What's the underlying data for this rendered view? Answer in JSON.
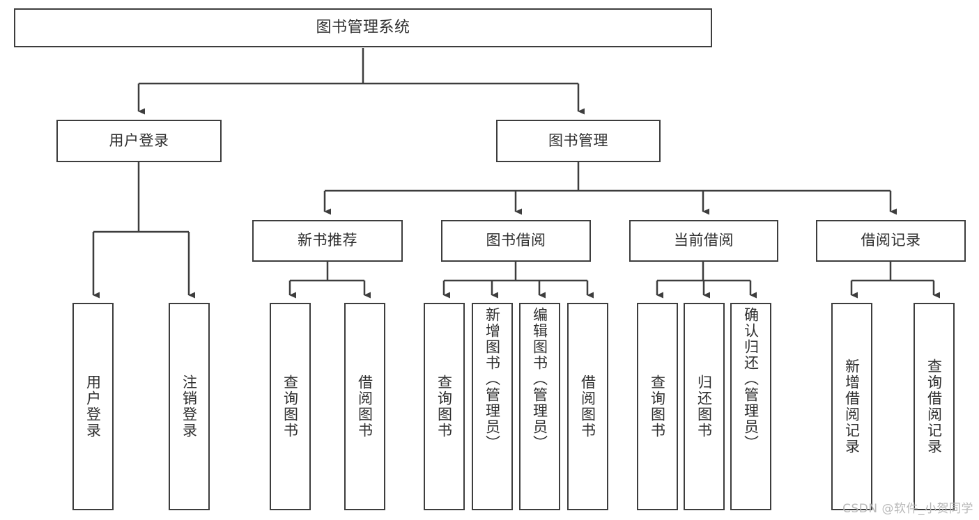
{
  "diagram": {
    "type": "tree-hierarchy",
    "title": "图书管理系统",
    "root": {
      "label": "图书管理系统"
    },
    "level1": [
      {
        "label": "用户登录"
      },
      {
        "label": "图书管理"
      }
    ],
    "level2": [
      {
        "label": "新书推荐"
      },
      {
        "label": "图书借阅"
      },
      {
        "label": "当前借阅"
      },
      {
        "label": "借阅记录"
      }
    ],
    "leaves": {
      "user_login": [
        {
          "label": "用户登录"
        },
        {
          "label": "注销登录"
        }
      ],
      "new_book_recommend": [
        {
          "label": "查询图书"
        },
        {
          "label": "借阅图书"
        }
      ],
      "book_borrow": [
        {
          "label": "查询图书"
        },
        {
          "label": "新增图书（管理员）"
        },
        {
          "label": "编辑图书（管理员）"
        },
        {
          "label": "借阅图书"
        }
      ],
      "current_borrow": [
        {
          "label": "查询图书"
        },
        {
          "label": "归还图书"
        },
        {
          "label": "确认归还（管理员）"
        }
      ],
      "borrow_record": [
        {
          "label": "新增借阅记录"
        },
        {
          "label": "查询借阅记录"
        }
      ]
    }
  },
  "watermark": {
    "text": "CSDN @软件_小贺同学"
  },
  "colors": {
    "box_border": "#3d3d3d",
    "connector": "#3d3d3d",
    "text": "#2f2f2f",
    "background": "#ffffff",
    "watermark": "#b8b8b8"
  }
}
